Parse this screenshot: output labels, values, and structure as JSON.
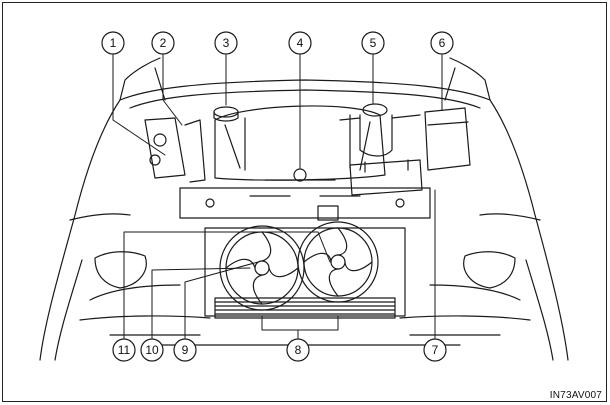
{
  "callouts": [
    {
      "label": "1"
    },
    {
      "label": "2"
    },
    {
      "label": "3"
    },
    {
      "label": "4"
    },
    {
      "label": "5"
    },
    {
      "label": "6"
    },
    {
      "label": "7"
    },
    {
      "label": "8"
    },
    {
      "label": "9"
    },
    {
      "label": "10"
    },
    {
      "label": "11"
    }
  ],
  "figure_code": "IN73AV007",
  "colors": {
    "line": "#1a1a1a",
    "background": "#ffffff"
  }
}
